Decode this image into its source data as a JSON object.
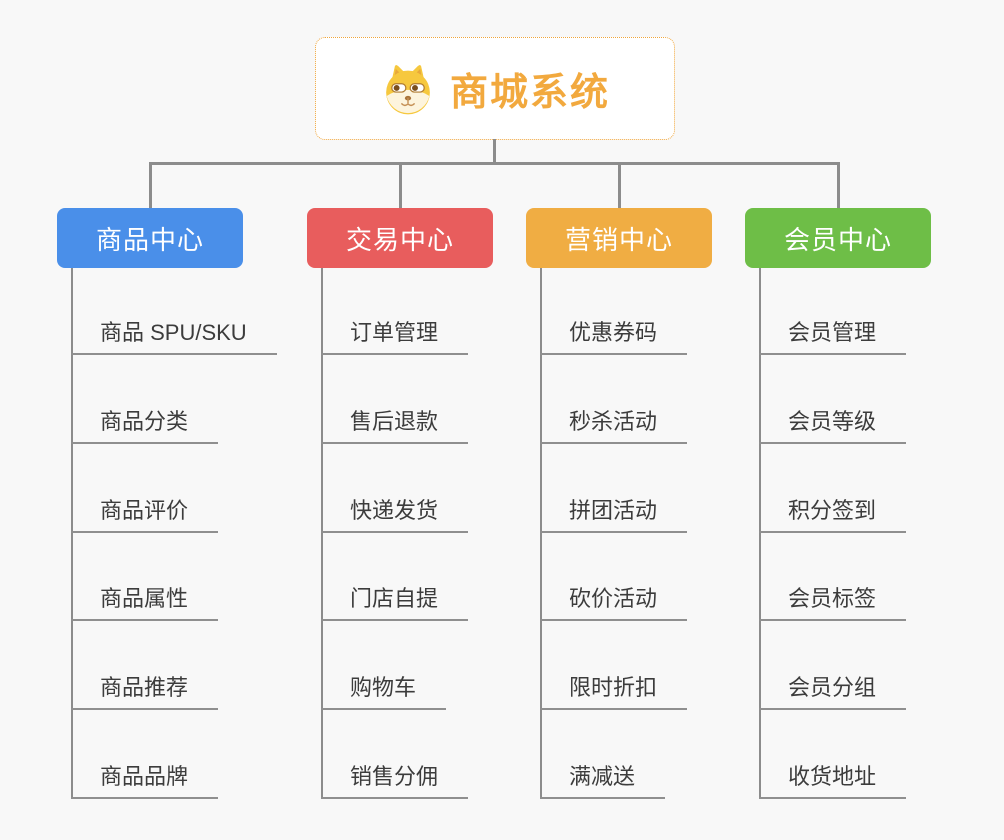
{
  "root": {
    "title": "商城系统",
    "icon": "shiba-dog-icon",
    "title_color": "#f2a93e",
    "border_color": "#f0a63c"
  },
  "colors": {
    "connector": "#8c8c8c",
    "leaf_text": "#3c3c3c",
    "leaf_underline": "#8f8f8f",
    "header_text": "#ffffff",
    "canvas_bg": "#f8f8f8",
    "root_bg": "#ffffff"
  },
  "branches": [
    {
      "label": "商品中心",
      "color": "#4a8fe9",
      "children": [
        "商品 SPU/SKU",
        "商品分类",
        "商品评价",
        "商品属性",
        "商品推荐",
        "商品品牌"
      ]
    },
    {
      "label": "交易中心",
      "color": "#e85d5d",
      "children": [
        "订单管理",
        "售后退款",
        "快递发货",
        "门店自提",
        "购物车",
        "销售分佣"
      ]
    },
    {
      "label": "营销中心",
      "color": "#f0ad43",
      "children": [
        "优惠券码",
        "秒杀活动",
        "拼团活动",
        "砍价活动",
        "限时折扣",
        "满减送"
      ]
    },
    {
      "label": "会员中心",
      "color": "#6ebe47",
      "children": [
        "会员管理",
        "会员等级",
        "积分签到",
        "会员标签",
        "会员分组",
        "收货地址"
      ]
    }
  ]
}
